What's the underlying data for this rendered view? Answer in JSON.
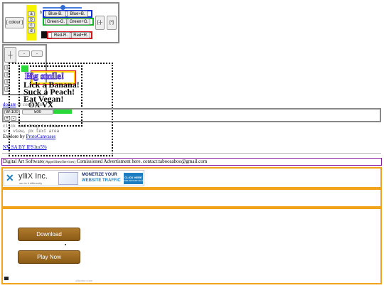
{
  "toolbar": {
    "colour_label": "[ colour ]",
    "vertical_buttons": [
      "a",
      "b",
      "c",
      "d"
    ],
    "color_rows": [
      {
        "minus": "Blue-B.",
        "plus": "Blue+B.",
        "color": "#0a2fd8"
      },
      {
        "minus": "Green-G.",
        "plus": "Green+G.",
        "color": "#13b52a"
      },
      {
        "minus": "Red-R.",
        "plus": "Red+R.",
        "color": "#d8141e"
      }
    ],
    "prefix": "b",
    "dashed_label": "[-]-",
    "star_label": "[*]"
  },
  "sidebar": {
    "small_buttons": [
      "-",
      "-"
    ],
    "tiny_rows": [
      "|",
      "|",
      "|",
      "|"
    ]
  },
  "canvas": {
    "lines": [
      "Big smile!",
      "Lick a Banana!",
      "Suck a Peach!",
      "Eat Vegan!"
    ],
    "scribble": "OX  VX"
  },
  "width_row": {
    "field_label": "W-100",
    "value": "500",
    "plus": "+",
    "minus": "-"
  },
  "donate": {
    "link": "donate",
    "text": " or contribute"
  },
  "click_area": {
    "line1": "click and drag to draw",
    "line2": "src view, px text area"
  },
  "explore": {
    "text": "Explore by ",
    "link": "ProtoCanvases"
  },
  "nv_link": "NV SA BY IFS1to5%",
  "advert": {
    "prefix": "Digital Art Software",
    "path": "(/Apps/Sites/Services)",
    "text": " Comissioned Advertisment here. contact:taboosaboo@gmail.com"
  },
  "banner": {
    "brand": "ylliX Inc.",
    "tagline": "we do it differently",
    "headline1": "MONETIZE YOUR",
    "headline2": "WEBSITE TRAFFIC",
    "cta": "CLICK HERE",
    "cta_sub": "FOR INSTANT SIGN UP"
  },
  "game_panel": {
    "download": "Download",
    "play": "Play Now",
    "footer": "zillionfun.com"
  },
  "colors": {
    "accent_orange": "#f2a31c",
    "advert_border": "#8b1fa0"
  }
}
